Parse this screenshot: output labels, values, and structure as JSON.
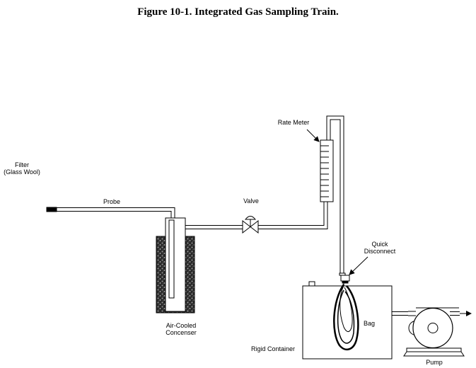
{
  "title": "Figure 10-1.  Integrated Gas Sampling Train.",
  "labels": {
    "filter_line1": "Filter",
    "filter_line2": "(Glass Wool)",
    "probe": "Probe",
    "valve": "Valve",
    "rate_meter": "Rate Meter",
    "quick_line1": "Quick",
    "quick_line2": "Disconnect",
    "condenser_line1": "Air-Cooled",
    "condenser_line2": "Concenser",
    "bag": "Bag",
    "rigid_container": "Rigid Container",
    "pump": "Pump"
  }
}
